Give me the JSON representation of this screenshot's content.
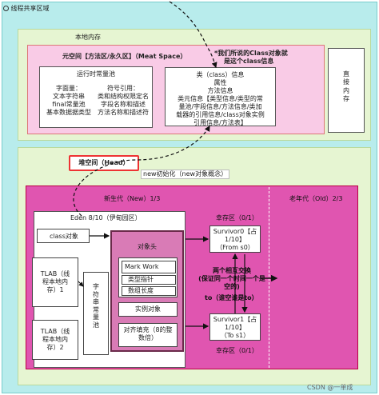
{
  "top_label": "线程共享区域",
  "native_memory": "本地内存",
  "metaspace_title": "元空间【方法区/永久区】（Meat Space）",
  "runtime_pool_title": "运行时常量池",
  "literal_title": "字面量：",
  "literal_items": [
    "文本字符串",
    "final常量池",
    "基本数据据类型"
  ],
  "symbol_title": "符号引用：",
  "symbol_items": [
    "类和结构权限定名",
    "字段名称和描述",
    "方法名称和描述符"
  ],
  "class_info_title": "类（class）信息",
  "class_info_lines": [
    "属性",
    "方法信息",
    "类元信息【类型信息/类型的常",
    "量池/字段信息/方法信息/类加",
    "载器的引用信息/class对象实例",
    "引用信息/方法表】"
  ],
  "class_note_line1": "*我们所说的Class对象就",
  "class_note_line2": "是这个class信息",
  "direct_memory": "直接内存",
  "heap_label": "堆空间（Head）",
  "new_note": "new初始化（new对象概念）",
  "young_gen": "新生代（New）1/3",
  "old_gen": "老年代（Old）2/3",
  "eden": "Eden 8/10（伊甸园区）",
  "class_object": "class对象",
  "tlab1": [
    "TLAB（线",
    "程本地内",
    "存）1"
  ],
  "tlab2": [
    "TLAB（线",
    "程本地内",
    "存）2"
  ],
  "string_pool": [
    "字",
    "符",
    "串",
    "常",
    "量",
    "池"
  ],
  "object_head": "对象头",
  "mark_work": "Mark Work",
  "klass_pointer": "类型指针",
  "array_length": "数组长度",
  "instance_data": "实例对象",
  "padding": [
    "对齐填充（8的整",
    "数倍）"
  ],
  "survivor_area_top": "幸存区（0/1）",
  "survivor_area_bottom": "幸存区（0/1）",
  "s0_lines": [
    "Survivor0【占",
    "1/10】",
    "（From s0）"
  ],
  "s1_lines": [
    "Survivor1【占",
    "1/10】",
    "（To s1）"
  ],
  "swap_note": [
    "两个相互交换",
    "(保证同一个时间一个是",
    "空的)"
  ],
  "to_note": "to（谁空谁是to）",
  "watermark": "CSDN @一单成"
}
